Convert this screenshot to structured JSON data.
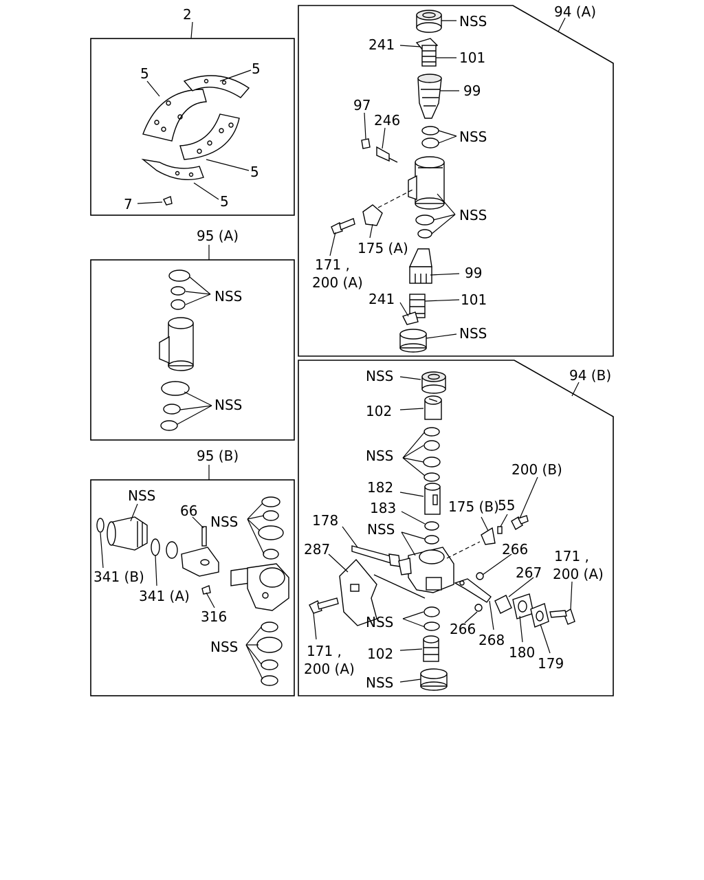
{
  "panels": {
    "top_left": {
      "title": "2",
      "labels": {
        "shoe_top_left": "5",
        "shoe_top_right": "5",
        "shoe_lower_right": "5",
        "shoe_bottom": "5",
        "rivet": "7"
      }
    },
    "mid_left": {
      "title": "95 (A)",
      "labels": {
        "nss_upper": "NSS",
        "nss_lower": "NSS"
      }
    },
    "bottom_left": {
      "title": "95 (B)",
      "labels": {
        "nss_boot": "NSS",
        "pin": "66",
        "nss_upper": "NSS",
        "snap_ring_b": "341 (B)",
        "snap_ring_a": "341 (A)",
        "nut": "316",
        "nss_lower": "NSS"
      }
    },
    "top_right": {
      "title": "94 (A)",
      "labels": {
        "nss_bearing_top": "NSS",
        "spring_top": "241",
        "plunger_top": "101",
        "wedge_top": "99",
        "cap": "97",
        "bleeder": "246",
        "nss_rings_upper": "NSS",
        "nss_rings_lower": "NSS",
        "bolt_line1": "171 ,",
        "bolt_line2": "200 (A)",
        "bracket": "175 (A)",
        "wedge_bottom": "99",
        "spring_bottom": "241",
        "plunger_bottom": "101",
        "nss_bearing_bottom": "NSS"
      }
    },
    "bottom_right": {
      "title": "94 (B)",
      "labels": {
        "nss_bearing_top": "NSS",
        "piston_top": "102",
        "nss_seals": "NSS",
        "sleeve": "182",
        "ring": "183",
        "nss_mid": "NSS",
        "rod": "178",
        "bracket": "175 (B)",
        "washer": "55",
        "bolt_top": "200 (B)",
        "plate": "287",
        "nut_upper": "266",
        "cap": "267",
        "bolt_right_line1": "171 ,",
        "bolt_right_line2": "200 (A)",
        "nss_lower_rings": "NSS",
        "nut_lower": "266",
        "lever": "268",
        "gasket_a": "180",
        "gasket_b": "179",
        "bolt_left_line1": "171 ,",
        "bolt_left_line2": "200 (A)",
        "piston_bottom": "102",
        "nss_bearing_bottom": "NSS"
      }
    }
  }
}
